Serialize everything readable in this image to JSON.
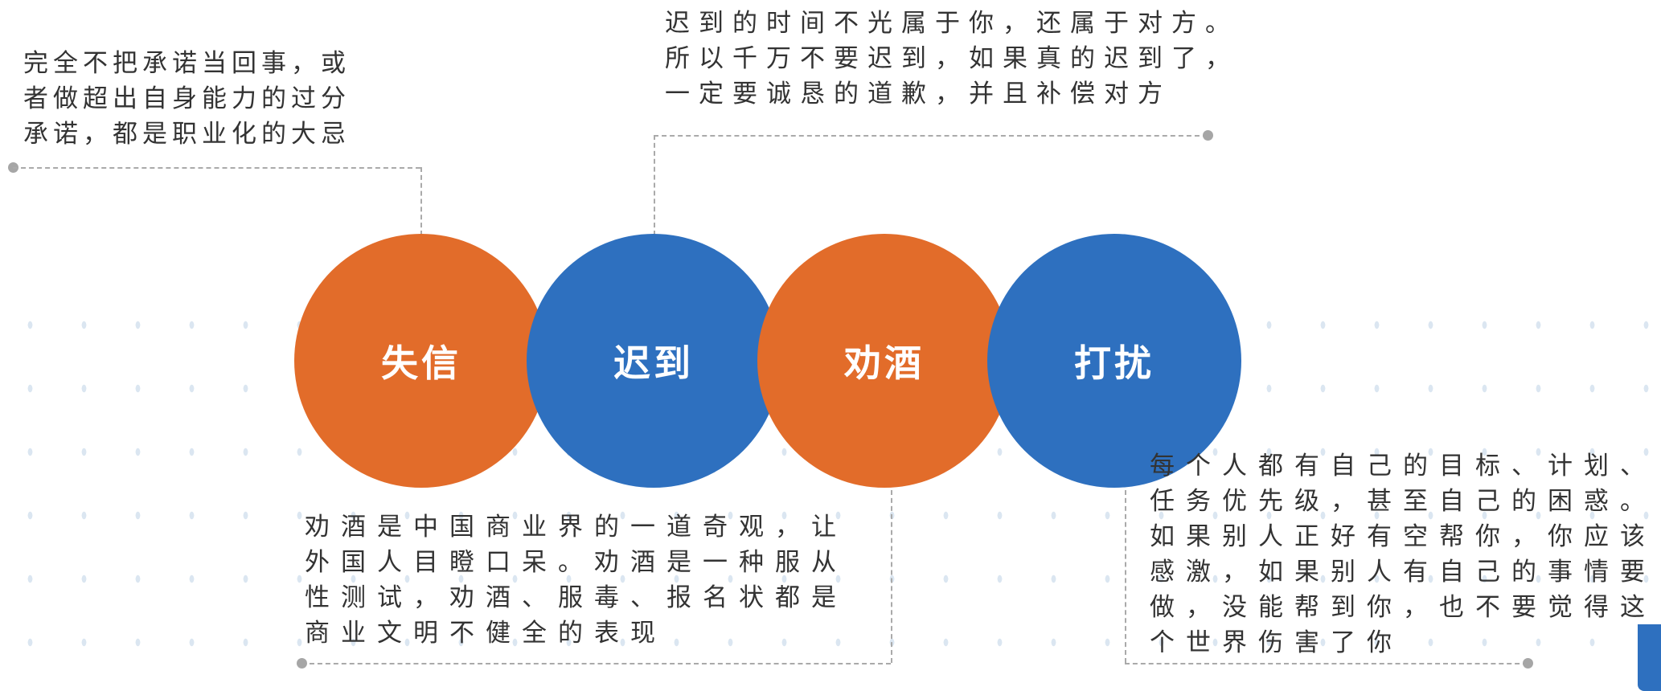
{
  "colors": {
    "orange": "#E26C2A",
    "blue": "#2E70BF"
  },
  "items": [
    {
      "label": "失信",
      "color": "orange",
      "text": [
        "完全不把承诺当回事，或",
        "者做超出自身能力的过分",
        "承诺，都是职业化的大忌"
      ]
    },
    {
      "label": "迟到",
      "color": "blue",
      "text": [
        "迟到的时间不光属于你，还属于对方。",
        "所以千万不要迟到，如果真的迟到了，",
        "一定要诚恳的道歉，并且补偿对方"
      ]
    },
    {
      "label": "劝酒",
      "color": "orange",
      "text": [
        "劝酒是中国商业界的一道奇观，让",
        "外国人目瞪口呆。劝酒是一种服从",
        "性测试，劝酒、服毒、报名状都是",
        "商业文明不健全的表现"
      ]
    },
    {
      "label": "打扰",
      "color": "blue",
      "text": [
        "每个人都有自己的目标、计划、",
        "任务优先级，甚至自己的困惑。",
        "如果别人正好有空帮你，你应该",
        "感激，如果别人有自己的事情要",
        "做，没能帮到你，也不要觉得这",
        "个世界伤害了你"
      ]
    }
  ]
}
